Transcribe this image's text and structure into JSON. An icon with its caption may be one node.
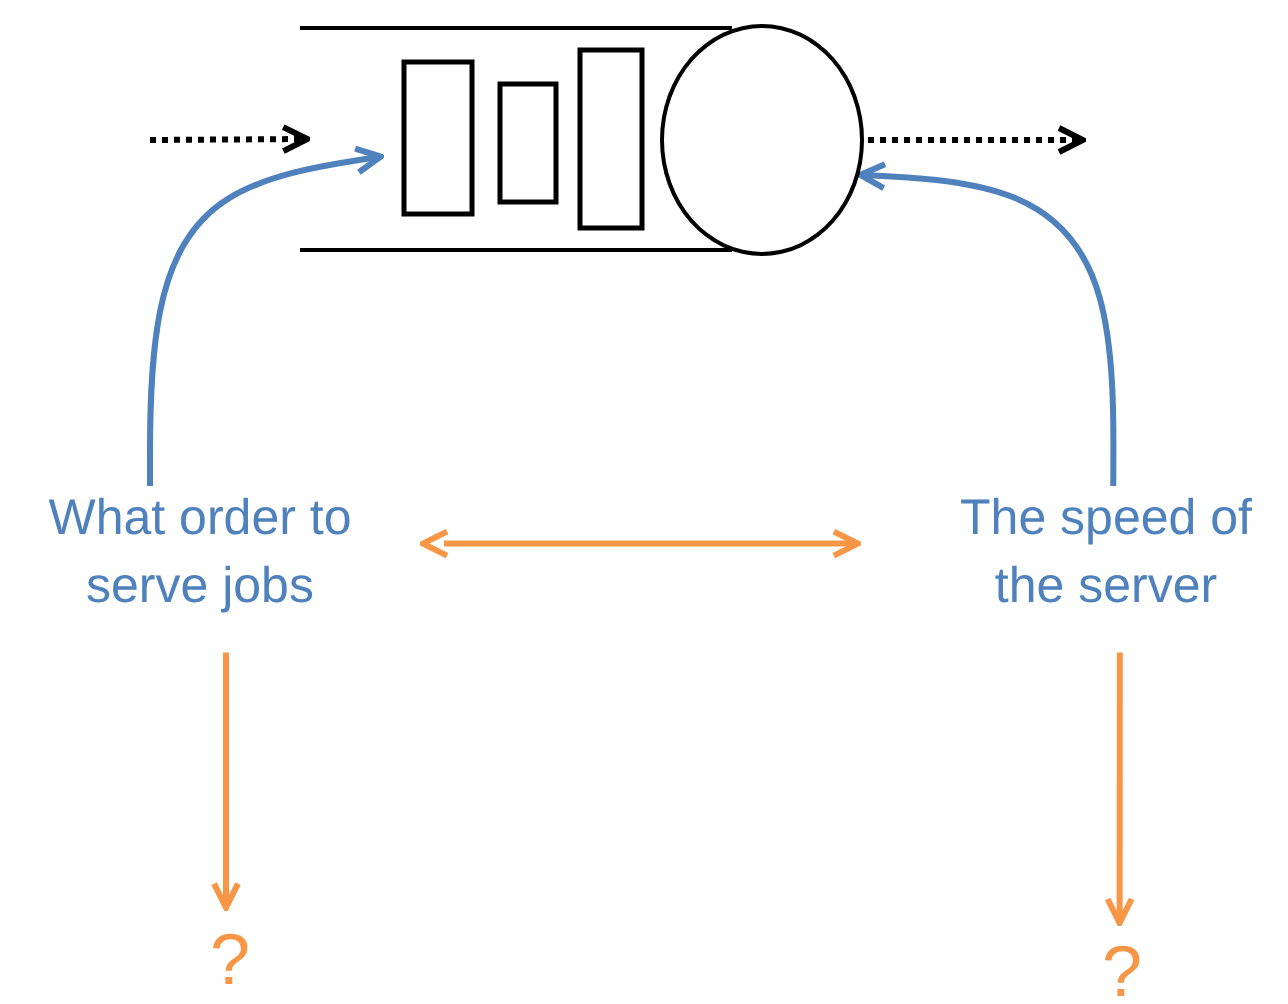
{
  "diagram": {
    "nodes": [
      {
        "text": [],
        "shape": "box"
      },
      {
        "text": [],
        "shape": "circle"
      },
      {
        "text": [
          "What order to serve jobs"
        ]
      },
      {
        "text": [
          "The speed of the server"
        ]
      },
      {
        "text": [
          "?"
        ]
      },
      {
        "text": [
          "?"
        ]
      }
    ],
    "edges": [
      {
        "from": null,
        "to": 0,
        "arrow": "to",
        "style": "dashed",
        "color": "#000000"
      },
      {
        "from": 1,
        "to": null,
        "arrow": "to",
        "style": "dashed",
        "color": "#000000"
      },
      {
        "from": 2,
        "to": 0,
        "arrow": "to",
        "color": "#4f81bd"
      },
      {
        "from": 3,
        "to": 1,
        "arrow": "to",
        "color": "#4f81bd"
      },
      {
        "from": 2,
        "to": 3,
        "arrow": "both",
        "color": "#f79646"
      },
      {
        "from": 2,
        "to": 4,
        "arrow": "to",
        "color": "#f79646"
      },
      {
        "from": 3,
        "to": 5,
        "arrow": "to",
        "color": "#f79646"
      }
    ]
  }
}
